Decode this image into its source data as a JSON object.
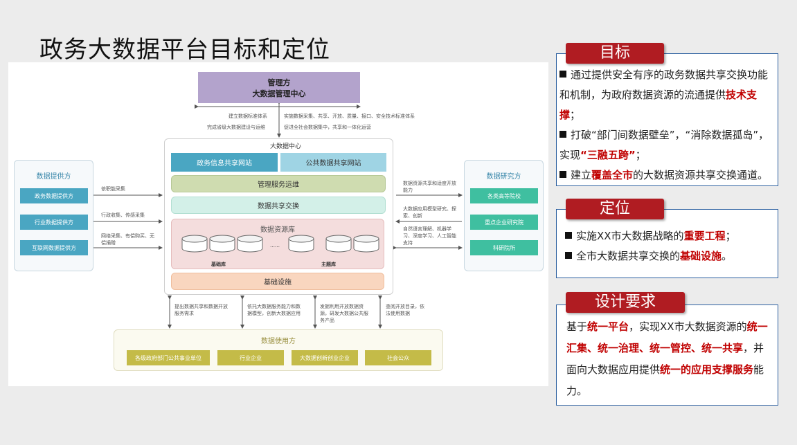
{
  "page_title": "政务大数据平台目标和定位",
  "diagram": {
    "manager": {
      "line1": "管理方",
      "line2": "大数据管理中心"
    },
    "top_notes": {
      "left1": "建立数据标准体系",
      "left2": "完成省级大数据建设与运维",
      "right1": "实施数据采集、共享、开放、质量、接口、安全技术标准体系",
      "right2": "促进全社会数据集中，共享和一体化运营"
    },
    "center": {
      "title": "大数据中心",
      "tab1": "政务信息共享网站",
      "tab2": "公共数据共享网站",
      "mgmt": "管理服务运维",
      "exchange": "数据共享交换",
      "resource": {
        "title": "数据资源库",
        "dots": "……",
        "base_label": "基础库",
        "topic_label": "主题库"
      },
      "infra": "基础设施"
    },
    "provider": {
      "title": "数据提供方",
      "items": [
        "政务数据提供方",
        "行业数据提供方",
        "互联网数据提供方"
      ],
      "notes": [
        "依职能采集",
        "行政收集、传感采集",
        "网络采集、有偿购买、无偿捐赠"
      ]
    },
    "research": {
      "title": "数据研究方",
      "items": [
        "各类高等院校",
        "重点企业研究院",
        "科研院所"
      ],
      "notes": [
        "数据资源共享和适度开放能力",
        "大数据应用模型研究、探索、创新",
        "自然语言理解、机器学习、深度学习、人工智能支持"
      ]
    },
    "usage": {
      "title": "数据使用方",
      "items": [
        "各级政府部门公共事业单位",
        "行业企业",
        "大数据创新创业企业",
        "社会公众"
      ],
      "notes": [
        "提出数据共享和数据开放服务需求",
        "依托大数据服务能力和数据模型，创新大数据应用",
        "发掘利用开放数据资源，研发大数据公共服务产品",
        "查阅开放目录，依法使用数据"
      ]
    }
  },
  "goal": {
    "title": "目标",
    "items": [
      {
        "pre": "通过提供安全有序的政务数据共享交换功能和机制，为政府数据资源的流通提供",
        "hl": "技术支撑",
        "post": "；"
      },
      {
        "pre": "打破“部门间数据壁垒”，“消除数据孤岛”，实现",
        "hl": "“三融五跨”",
        "post": "；"
      },
      {
        "pre": "建立",
        "hl": "覆盖全市",
        "post": "的大数据资源共享交换通道。"
      }
    ]
  },
  "position": {
    "title": "定位",
    "items": [
      {
        "pre": "实施XX市大数据战略的",
        "hl": "重要工程",
        "post": "；"
      },
      {
        "pre": "全市大数据共享交换的",
        "hl": "基础设施",
        "post": "。"
      }
    ]
  },
  "design": {
    "title": "设计要求",
    "t1": "基于",
    "h1": "统一平台",
    "t2": "，实现XX市大数据资源的",
    "h2": "统一汇集、统一治理、统一管控、统一共享",
    "t3": "，并面向大数据应用提供",
    "h3": "统一的应用支撑服务",
    "t4": "能力。"
  },
  "colors": {
    "accent_red": "#b01c22",
    "panel_border": "#2a5e9f",
    "manager_purple": "#b3a3cc",
    "teal": "#4aa6c2"
  }
}
